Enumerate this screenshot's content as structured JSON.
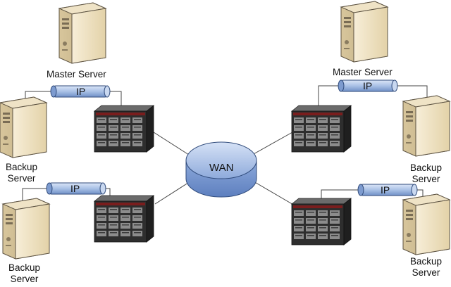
{
  "diagram": {
    "wan": {
      "label": "WAN"
    },
    "ip_label": "IP",
    "sites": [
      {
        "master": "Master Server",
        "backup_line1": "Backup",
        "backup_line2": "Server"
      },
      {
        "master": "Master Server",
        "backup_line1": "Backup",
        "backup_line2": "Server"
      },
      {
        "backup_line1": "Backup",
        "backup_line2": "Server"
      },
      {
        "backup_line1": "Backup",
        "backup_line2": "Server"
      }
    ],
    "colors": {
      "tower_body": "#efe2c3",
      "tower_side": "#cdbb92",
      "ip_pipe": "#a9c1e6",
      "wan_cloud": "#9fb9e3",
      "rack_dark": "#3a3a3a",
      "line": "#444444"
    }
  }
}
